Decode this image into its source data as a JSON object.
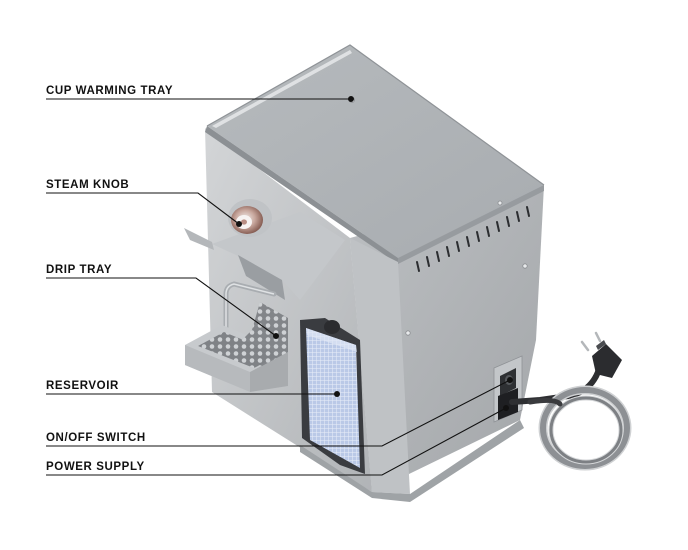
{
  "labels": {
    "cup_warming_tray": "CUP WARMING TRAY",
    "steam_knob": "STEAM KNOB",
    "drip_tray": "DRIP TRAY",
    "reservoir": "RESERVOIR",
    "on_off_switch": "ON/OFF SWITCH",
    "power_supply": "POWER SUPPLY"
  },
  "colors": {
    "leader_line": "#111111",
    "body_light": "#c9ccce",
    "body_mid": "#b6b9bc",
    "body_dark": "#a6a9ac",
    "top_panel": "#aeb2b6",
    "reservoir_blue": "#b9c8e6",
    "knob_copper": "#9b6f63",
    "cable": "#3a3b3e"
  }
}
